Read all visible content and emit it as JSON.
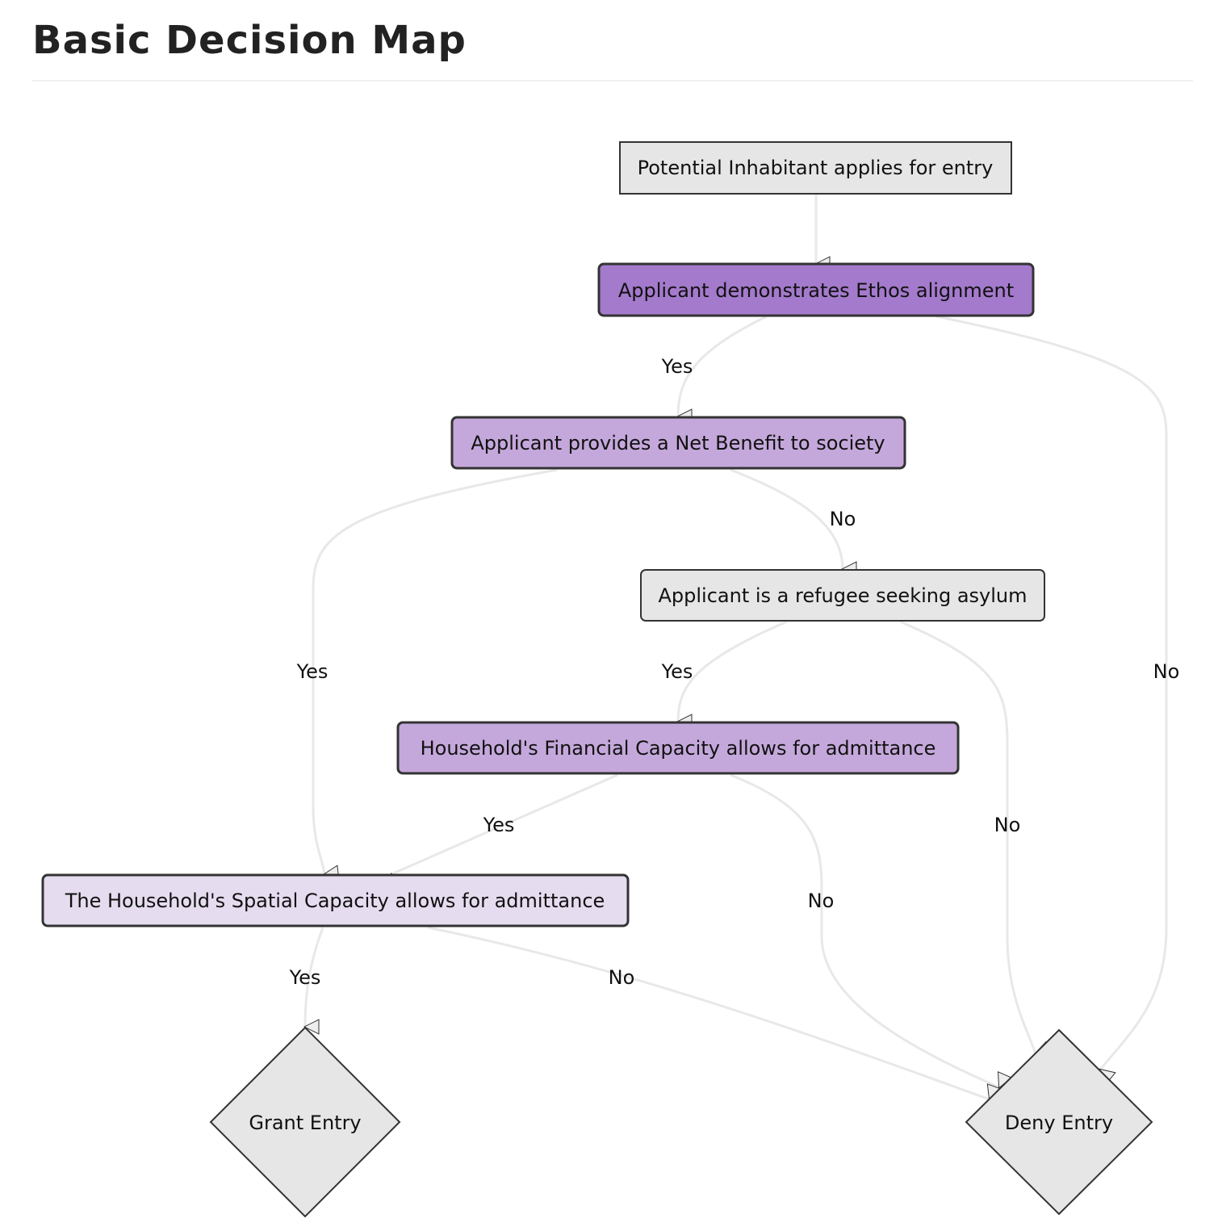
{
  "title": "Basic Decision Map",
  "colors": {
    "default_fill": "#e6e6e6",
    "default_stroke": "#333333",
    "dark_purple": "#a47acc",
    "mid_purple": "#c5a8db",
    "light_purple": "#e6dcef",
    "edge": "#e8e8e8",
    "arrow_fill": "#eeeeee"
  },
  "nodes": {
    "start": "Potential Inhabitant applies for entry",
    "ethos": "Applicant demonstrates Ethos alignment",
    "benefit": "Applicant provides a Net Benefit to society",
    "refugee": "Applicant is a refugee seeking asylum",
    "financial": "Household's Financial Capacity allows for admittance",
    "spatial": "The Household's Spatial Capacity allows for admittance",
    "grant": "Grant Entry",
    "deny": "Deny Entry"
  },
  "edges": {
    "ethos_benefit": "Yes",
    "ethos_deny": "No",
    "benefit_refugee": "No",
    "benefit_spatial": "Yes",
    "refugee_financial": "Yes",
    "refugee_deny": "No",
    "financial_spatial": "Yes",
    "financial_deny": "No",
    "spatial_grant": "Yes",
    "spatial_deny": "No"
  }
}
